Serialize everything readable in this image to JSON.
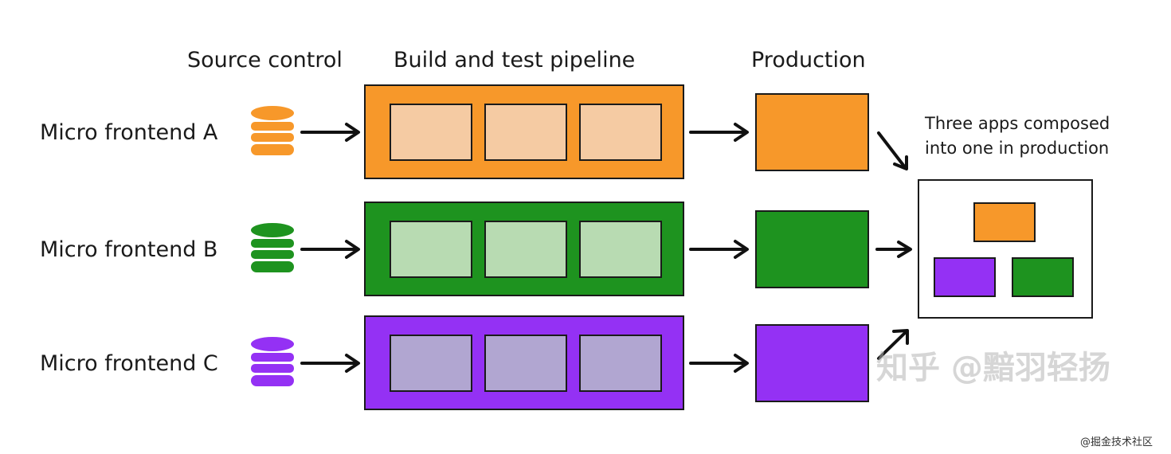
{
  "headers": {
    "source_control": "Source control",
    "pipeline": "Build and test pipeline",
    "production": "Production"
  },
  "rows": [
    {
      "label": "Micro frontend A",
      "color": "#f7982a",
      "stage_color": "#f5cba3"
    },
    {
      "label": "Micro frontend B",
      "color": "#1e931f",
      "stage_color": "#b8dbb2"
    },
    {
      "label": "Micro frontend C",
      "color": "#9431f4",
      "stage_color": "#b1a6d1"
    }
  ],
  "composed_note": {
    "line1": "Three apps composed",
    "line2": "into one in production"
  },
  "watermark": "知乎 @黯羽轻扬",
  "footer_credit": "@掘金技术社区",
  "icons": {
    "database": "database-icon",
    "arrow": "arrow-right-icon"
  }
}
